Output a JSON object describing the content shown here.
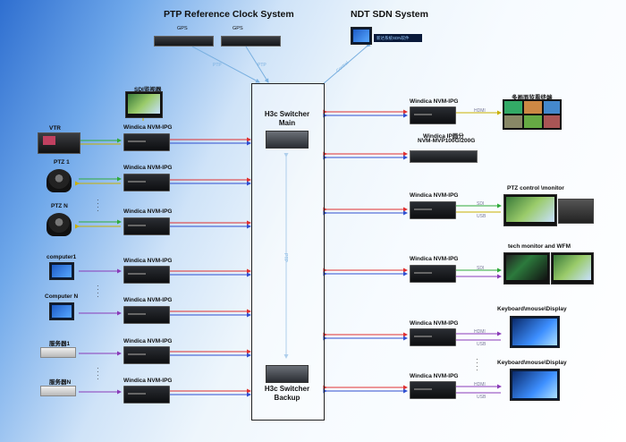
{
  "titles": {
    "ptp": "PTP Reference Clock System",
    "ndt": "NDT SDN System"
  },
  "ptp": {
    "gps1": "GPS",
    "gps2": "GPS",
    "link1": "PTP",
    "link2": "PTP",
    "sdn_badge": "新达系统SDN软件",
    "control": "Control"
  },
  "switchers": {
    "main": "H3c Switcher\nMain",
    "backup": "H3c Switcher\nBackup",
    "vertical_link": "PTP"
  },
  "left": {
    "vtr": "VTR",
    "sdi_monitor": "SDI监视器",
    "ptz1": "PTZ 1",
    "ptzn": "PTZ N",
    "computer1": "computer1",
    "computern": "Computer N",
    "server1": "服务器1",
    "servern": "服务器N",
    "nvm": "Windica NVM-IPG"
  },
  "right": {
    "nvm": "Windica NVM-IPG",
    "multiviewer": "多画面监看终端",
    "mvp_line1": "Windica IP画分",
    "mvp_line2": "NVM-MVP100G/200G",
    "ptz_control": "PTZ control \\monitor",
    "tech_monitor": "tech monitor and WFM",
    "kvm1": "Keyboard\\mouse\\Display",
    "kvm2": "Keyboard\\mouse\\Display",
    "hdmi": "HDMI",
    "usb": "USB",
    "sdi": "SDI"
  },
  "colors": {
    "red_link": "#e03030",
    "blue_link": "#2f4fd0",
    "green_link": "#2faa3a",
    "purple_link": "#8a3ab8",
    "yellow_link": "#e6c820"
  }
}
